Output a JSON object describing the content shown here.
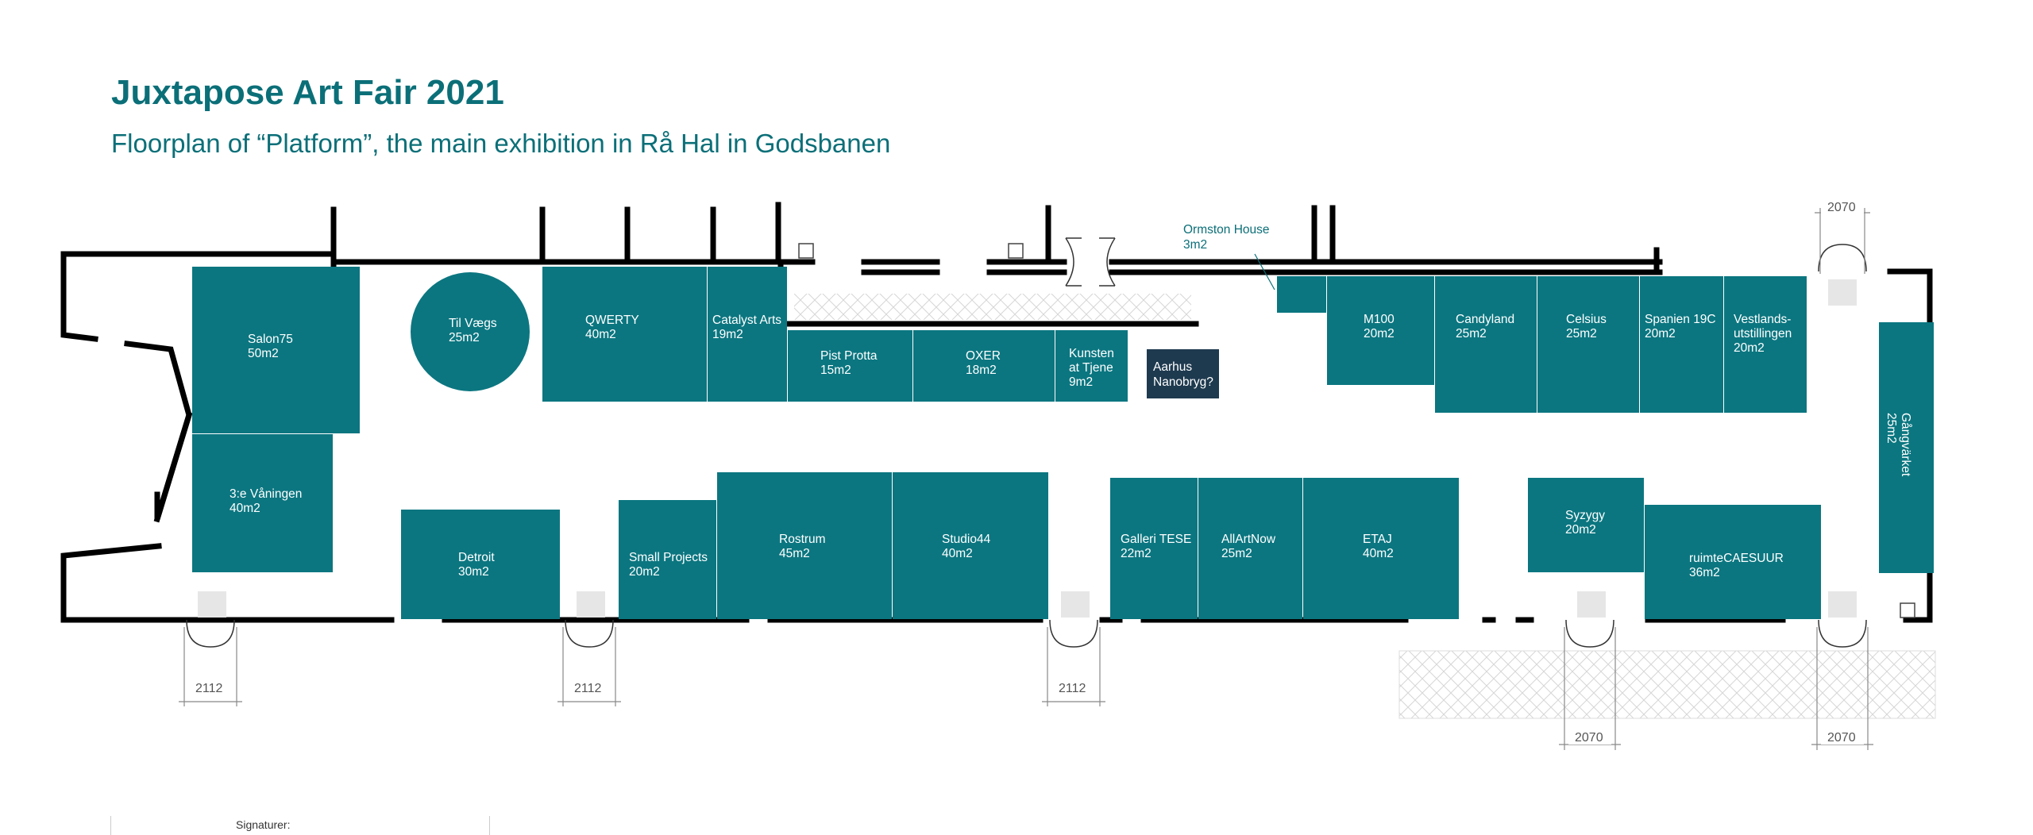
{
  "header": {
    "title": "Juxtapose Art Fair 2021",
    "subtitle": "Floorplan of “Platform”, the main exhibition in Rå Hal in Godsbanen"
  },
  "colors": {
    "booth": "#0b7680",
    "booth_dark": "#1e3a4f",
    "walls": "#000000",
    "text_accent": "#0b6f78"
  },
  "booths": [
    {
      "id": "salon75",
      "lines": [
        "Salon75",
        "50m2"
      ]
    },
    {
      "id": "til-vaegs",
      "lines": [
        "Til Vægs",
        "25m2"
      ]
    },
    {
      "id": "qwerty",
      "lines": [
        "QWERTY",
        "40m2"
      ]
    },
    {
      "id": "catalyst-arts",
      "lines": [
        "Catalyst Arts",
        "19m2"
      ]
    },
    {
      "id": "pist-protta",
      "lines": [
        "Pist Protta",
        "15m2"
      ]
    },
    {
      "id": "oxer",
      "lines": [
        "OXER",
        "18m2"
      ]
    },
    {
      "id": "kunsten-at-tjene",
      "lines": [
        "Kunsten",
        "at Tjene",
        "9m2"
      ]
    },
    {
      "id": "aarhus-nanobryg",
      "lines": [
        "Aarhus",
        "Nanobryg?"
      ]
    },
    {
      "id": "m100",
      "lines": [
        "M100",
        "20m2"
      ]
    },
    {
      "id": "candyland",
      "lines": [
        "Candyland",
        "25m2"
      ]
    },
    {
      "id": "celsius",
      "lines": [
        "Celsius",
        "25m2"
      ]
    },
    {
      "id": "spanien-19c",
      "lines": [
        "Spanien 19C",
        "20m2"
      ]
    },
    {
      "id": "vestlands-utstillingen",
      "lines": [
        "Vestlands-",
        "utstillingen",
        "20m2"
      ]
    },
    {
      "id": "gangvaerket",
      "lines": [
        "Gångvärket",
        "25m2"
      ]
    },
    {
      "id": "3e-vaningen",
      "lines": [
        "3:e Våningen",
        "40m2"
      ]
    },
    {
      "id": "detroit",
      "lines": [
        "Detroit",
        "30m2"
      ]
    },
    {
      "id": "small-projects",
      "lines": [
        "Small Projects",
        "20m2"
      ]
    },
    {
      "id": "rostrum",
      "lines": [
        "Rostrum",
        "45m2"
      ]
    },
    {
      "id": "studio44",
      "lines": [
        "Studio44",
        "40m2"
      ]
    },
    {
      "id": "galleri-tese",
      "lines": [
        "Galleri TESE",
        "22m2"
      ]
    },
    {
      "id": "allartnow",
      "lines": [
        "AllArtNow",
        "25m2"
      ]
    },
    {
      "id": "etaj",
      "lines": [
        "ETAJ",
        "40m2"
      ]
    },
    {
      "id": "syzygy",
      "lines": [
        "Syzygy",
        "20m2"
      ]
    },
    {
      "id": "ruimtecaesuur",
      "lines": [
        "ruimteCAESUUR",
        "36m2"
      ]
    }
  ],
  "external_label": {
    "lines": [
      "Ormston House",
      "3m2"
    ]
  },
  "door_dimensions": [
    "2070",
    "2112",
    "2112",
    "2112",
    "2070",
    "2070"
  ],
  "footer": {
    "signature_label": "Signaturer:"
  }
}
